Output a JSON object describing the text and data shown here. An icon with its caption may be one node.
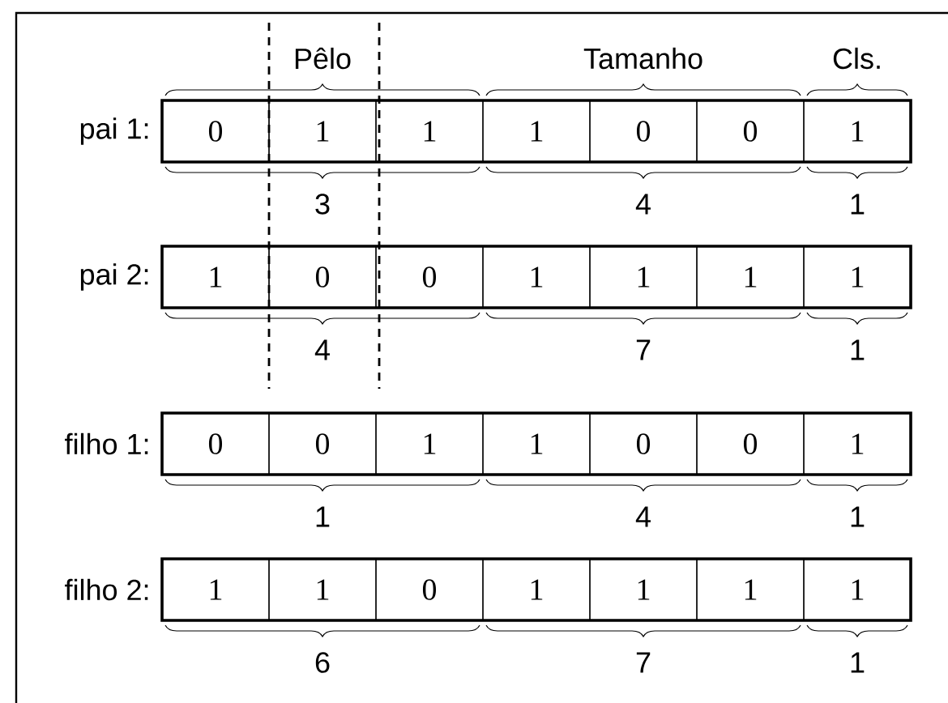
{
  "diagram": {
    "nodes": [
      {
        "text": [
          "0"
        ]
      },
      {
        "text": [
          "1"
        ]
      },
      {
        "text": [
          "1"
        ]
      },
      {
        "text": [
          "1"
        ]
      },
      {
        "text": [
          "0"
        ]
      },
      {
        "text": [
          "0"
        ]
      },
      {
        "text": [
          "1"
        ]
      },
      {
        "text": [
          "1"
        ]
      },
      {
        "text": [
          "0"
        ]
      },
      {
        "text": [
          "0"
        ]
      },
      {
        "text": [
          "1"
        ]
      },
      {
        "text": [
          "1"
        ]
      },
      {
        "text": [
          "1"
        ]
      },
      {
        "text": [
          "1"
        ]
      },
      {
        "text": [
          "0"
        ]
      },
      {
        "text": [
          "0"
        ]
      },
      {
        "text": [
          "1"
        ]
      },
      {
        "text": [
          "1"
        ]
      },
      {
        "text": [
          "0"
        ]
      },
      {
        "text": [
          "0"
        ]
      },
      {
        "text": [
          "1"
        ]
      },
      {
        "text": [
          "1"
        ]
      },
      {
        "text": [
          "1"
        ]
      },
      {
        "text": [
          "0"
        ]
      },
      {
        "text": [
          "1"
        ]
      },
      {
        "text": [
          "1"
        ]
      },
      {
        "text": [
          "1"
        ]
      },
      {
        "text": [
          "1"
        ]
      }
    ],
    "labels": [
      "Pêlo",
      "Tamanho",
      "Cls.",
      "pai 1:",
      "3",
      "4",
      "1",
      "pai 2:",
      "4",
      "7",
      "1",
      "filho 1:",
      "1",
      "4",
      "1",
      "filho 2:",
      "6",
      "7",
      "1"
    ]
  }
}
